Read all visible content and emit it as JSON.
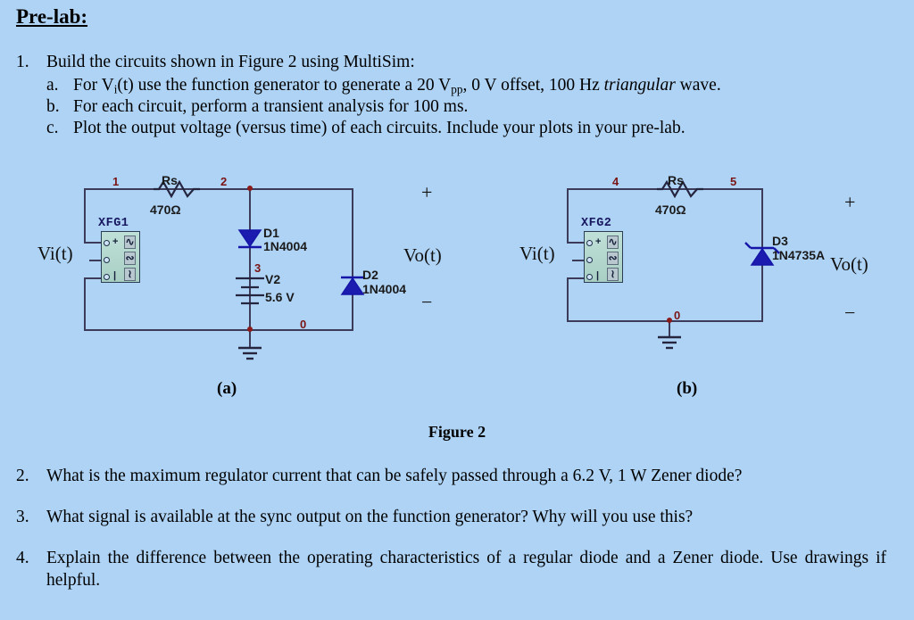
{
  "document": {
    "title": "Pre-lab:",
    "background_color": "#aed3f5",
    "wire_color": "#3c3c5a",
    "node_color": "#7b1414",
    "diode_color": "#1515a8"
  },
  "items": [
    {
      "marker": "1.",
      "text": "Build the circuits shown in Figure 2 using MultiSim:",
      "subitems": [
        {
          "marker": "a.",
          "text_pre": "For V",
          "text_sub": "i",
          "text_mid": "(t) use the function generator to generate a 20 V",
          "text_sub2": "pp",
          "text_mid2": ", 0 V offset, 100 Hz ",
          "text_ital": "triangular",
          "text_post": " wave."
        },
        {
          "marker": "b.",
          "text": "For each circuit, perform a transient analysis for 100 ms."
        },
        {
          "marker": "c.",
          "text": "Plot the output voltage (versus time) of each circuits. Include your plots in your pre-lab."
        }
      ]
    },
    {
      "marker": "2.",
      "text": "What is the maximum regulator current that can be safely passed through a 6.2 V, 1 W Zener diode?"
    },
    {
      "marker": "3.",
      "text": "What signal is available at the sync output on the function generator? Why will you use this?"
    },
    {
      "marker": "4.",
      "text": "Explain the difference between the operating characteristics of a regular diode and a Zener diode. Use drawings if helpful."
    }
  ],
  "figure": {
    "caption": "Figure 2",
    "sublabel_a": "(a)",
    "sublabel_b": "(b)"
  },
  "circuit_a": {
    "source_name": "XFG1",
    "source_input_label": "Vi(t)",
    "resistor_name": "Rs",
    "resistor_value": "470Ω",
    "node_1": "1",
    "node_2": "2",
    "node_3": "3",
    "node_0": "0",
    "d1_name": "D1",
    "d1_part": "1N4004",
    "d2_name": "D2",
    "d2_part": "1N4004",
    "v2_name": "V2",
    "v2_value": "5.6 V",
    "output_label": "Vo(t)",
    "plus": "+",
    "minus": "−",
    "xfg_plus": "+",
    "xfg_minus": "|"
  },
  "circuit_b": {
    "source_name": "XFG2",
    "source_input_label": "Vi(t)",
    "resistor_name": "Rs",
    "resistor_value": "470Ω",
    "node_4": "4",
    "node_5": "5",
    "node_0": "0",
    "d3_name": "D3",
    "d3_part": "1N4735A",
    "output_label": "Vo(t)",
    "plus": "+",
    "minus": "−",
    "xfg_plus": "+",
    "xfg_minus": "|"
  }
}
